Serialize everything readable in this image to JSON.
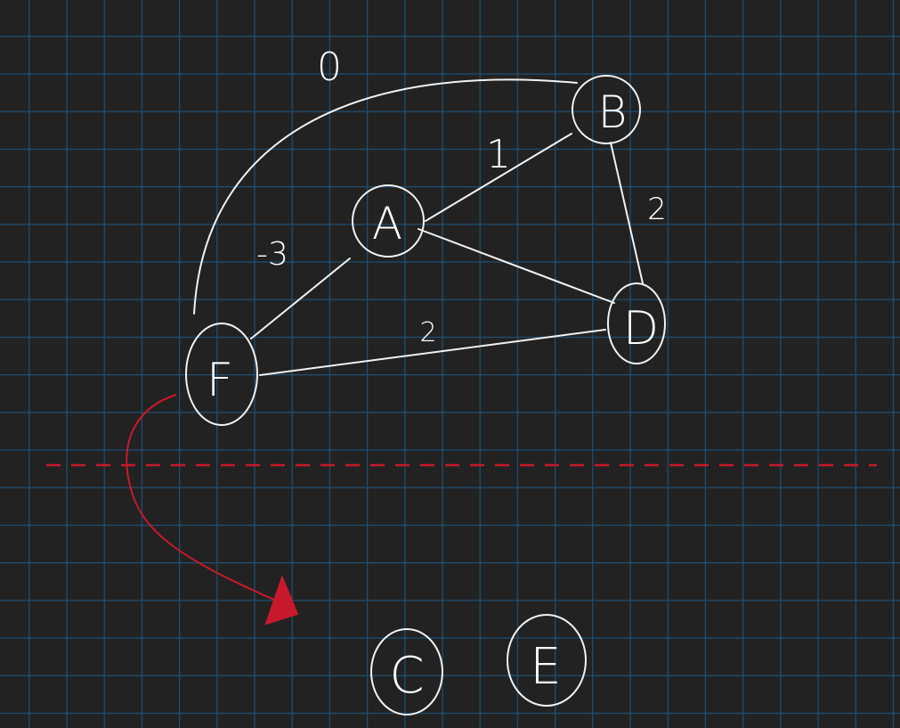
{
  "colors": {
    "background": "#222222",
    "grid": "#1f4e72",
    "ink": "#f2f2f2",
    "accent": "#c8192c"
  },
  "nodes": [
    {
      "id": "A",
      "label": "A"
    },
    {
      "id": "B",
      "label": "B"
    },
    {
      "id": "C",
      "label": "C"
    },
    {
      "id": "D",
      "label": "D"
    },
    {
      "id": "E",
      "label": "E"
    },
    {
      "id": "F",
      "label": "F"
    }
  ],
  "edges": [
    {
      "from": "A",
      "to": "B",
      "weight": "1"
    },
    {
      "from": "B",
      "to": "D",
      "weight": "2"
    },
    {
      "from": "A",
      "to": "D",
      "weight": ""
    },
    {
      "from": "F",
      "to": "A",
      "weight": "-3"
    },
    {
      "from": "F",
      "to": "D",
      "weight": "2"
    },
    {
      "from": "F",
      "to": "B",
      "weight": "0"
    }
  ]
}
